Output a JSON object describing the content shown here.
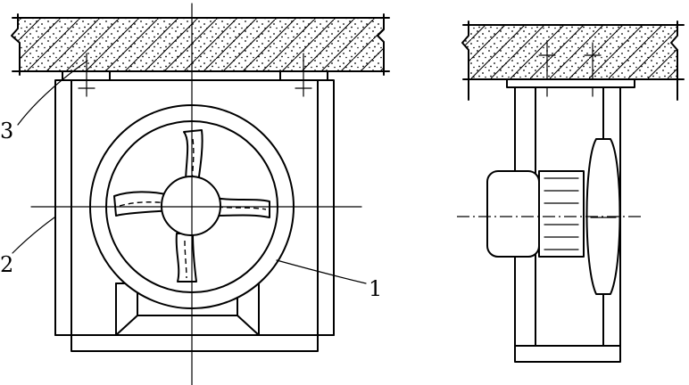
{
  "labels": {
    "fan": "1",
    "frame": "2",
    "bracket": "3"
  }
}
